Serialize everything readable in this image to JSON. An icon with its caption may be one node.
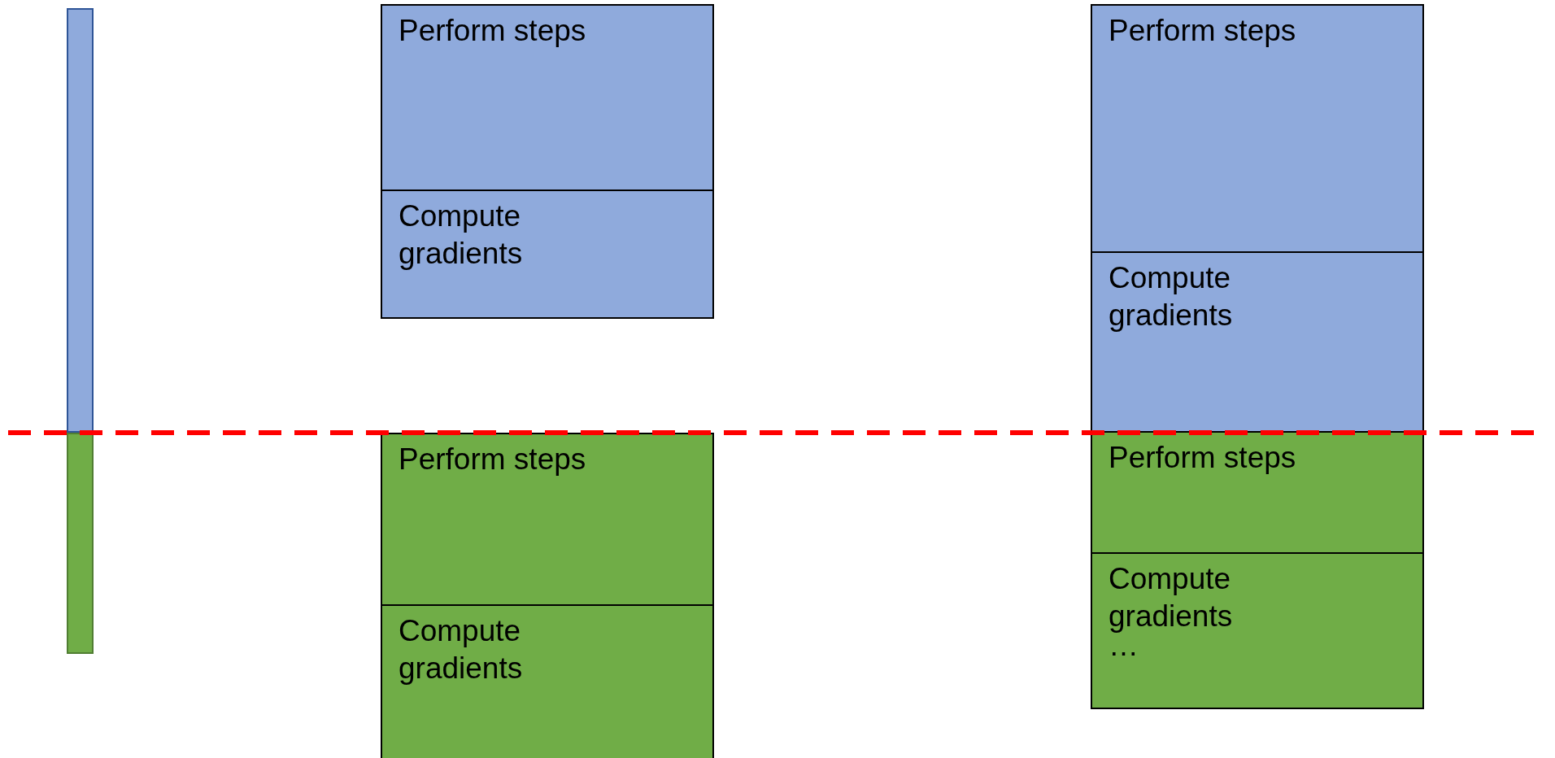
{
  "diagram": {
    "nodes": [
      {
        "text": [],
        "shape": "bar"
      },
      {
        "text": [],
        "shape": "bar"
      },
      {
        "text": [
          "Perform steps"
        ]
      },
      {
        "text": [
          "Compute gradients"
        ]
      },
      {
        "text": [
          "Perform steps"
        ]
      },
      {
        "text": [
          "Compute gradients"
        ]
      },
      {
        "text": [
          "Perform steps"
        ]
      },
      {
        "text": [
          "Compute gradients"
        ]
      },
      {
        "text": [
          "Perform steps"
        ]
      },
      {
        "text": [
          "Compute gradients",
          "…"
        ]
      }
    ]
  }
}
